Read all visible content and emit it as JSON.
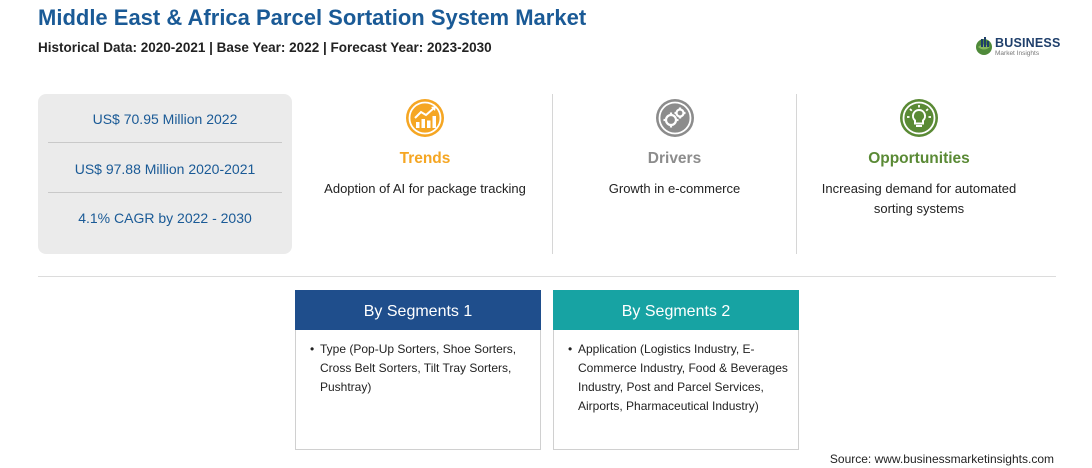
{
  "header": {
    "title": "Middle East & Africa Parcel Sortation System Market",
    "subtitle": "Historical Data: 2020-2021 | Base Year: 2022 | Forecast Year: 2023-2030"
  },
  "logo": {
    "main": "BUSINESS",
    "sub": "Market Insights"
  },
  "stats": [
    "US$ 70.95 Million 2022",
    "US$ 97.88 Million 2020-2021",
    "4.1% CAGR by 2022 - 2030"
  ],
  "columns": [
    {
      "title": "Trends",
      "text": "Adoption of AI for package tracking",
      "icon": "trend-chart-icon",
      "color": "#f5a623"
    },
    {
      "title": "Drivers",
      "text": "Growth in e-commerce",
      "icon": "gears-icon",
      "color": "#8c8c8c"
    },
    {
      "title": "Opportunities",
      "text": "Increasing demand for automated sorting systems",
      "icon": "lightbulb-icon",
      "color": "#5a8a35"
    }
  ],
  "segments": [
    {
      "title": "By Segments 1",
      "color": "#1f4e8c",
      "text": "Type (Pop-Up Sorters, Shoe Sorters, Cross Belt Sorters, Tilt Tray Sorters, Pushtray)"
    },
    {
      "title": "By Segments 2",
      "color": "#17a3a3",
      "text": "Application (Logistics Industry, E-Commerce Industry, Food & Beverages Industry, Post and Parcel Services, Airports, Pharmaceutical Industry)"
    }
  ],
  "source": "Source: www.businessmarketinsights.com"
}
